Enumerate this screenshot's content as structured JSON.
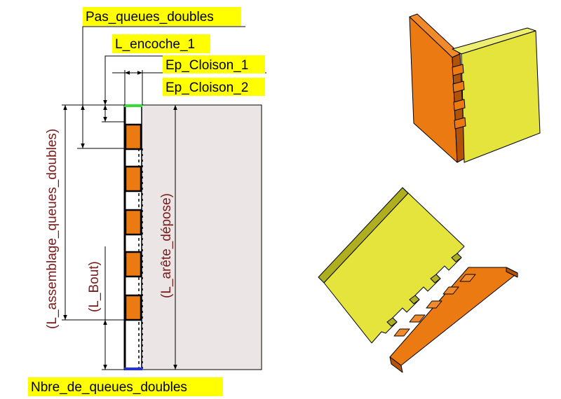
{
  "labels": {
    "pas_queues_doubles": "Pas_queues_doubles",
    "l_encoche_1": "L_encoche_1",
    "ep_cloison_1": "Ep_Cloison_1",
    "ep_cloison_2": "Ep_Cloison_2",
    "nbre_de_queues_doubles": "Nbre_de_queues_doubles",
    "l_assemblage_queues_doubles": "(L_assemblage_queues_doubles)",
    "l_bout": "(L_Bout)",
    "l_arete_depose": "(L_arête_dépose)"
  },
  "colors": {
    "label_highlight": "#ffff00",
    "driven_dimension_text": "#7a1a1a",
    "panel_fill": "#ebe5e5",
    "tenon_orange": "#ec7a12",
    "tenon_orange_dark": "#b2530a",
    "board_yellow": "#e4e43c",
    "board_yellow_dark": "#aeae1e",
    "top_edge_green": "#33dd33",
    "bottom_edge_blue": "#2233dd"
  }
}
